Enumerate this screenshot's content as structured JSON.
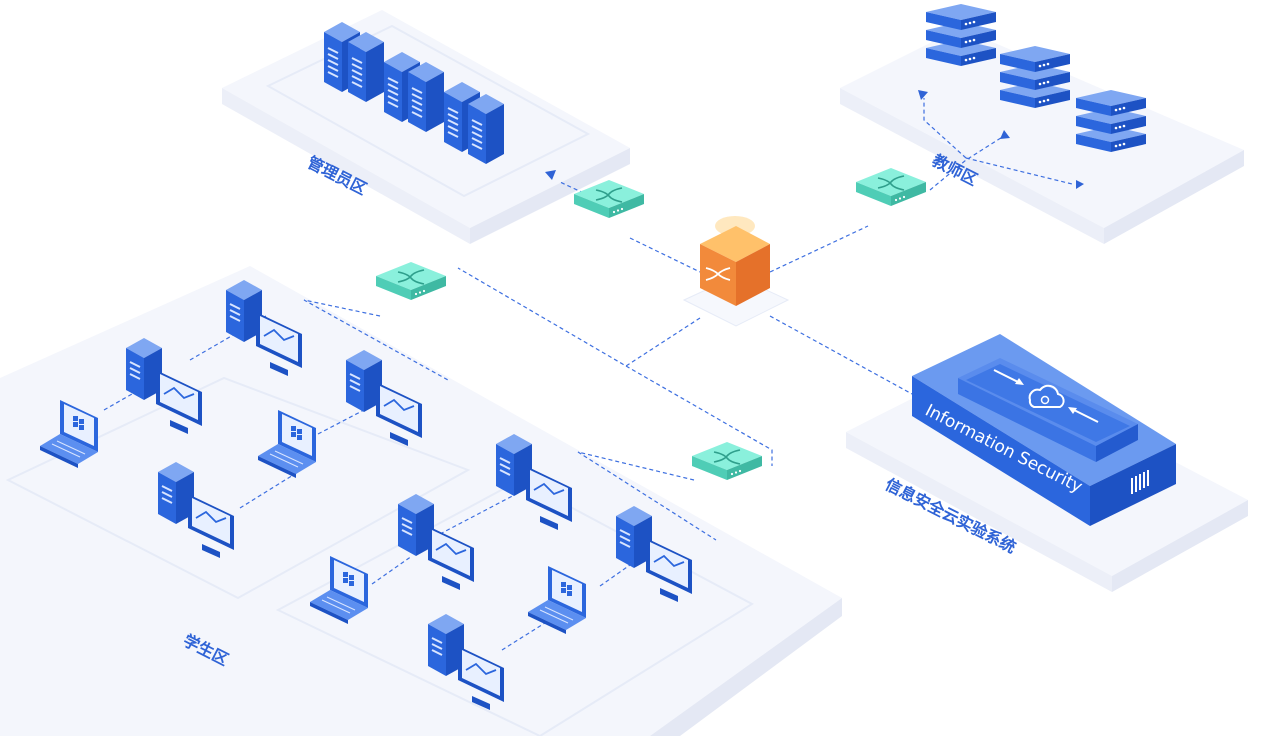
{
  "zones": {
    "admin": {
      "label": "管理员区"
    },
    "teacher": {
      "label": "教师区"
    },
    "student": {
      "label": "学生区"
    },
    "security": {
      "label": "信息安全云实验系统",
      "box_text": "Information Security"
    }
  },
  "icons": {
    "server": "server-tower-icon",
    "rack": "server-rack-icon",
    "switch": "network-switch-icon",
    "core": "core-router-icon",
    "desktop": "desktop-computer-icon",
    "laptop": "windows-laptop-icon",
    "cloud": "cloud-icon"
  },
  "colors": {
    "platform": "#f4f6fc",
    "server_blue": "#2e6fe6",
    "switch_teal": "#5fe0cc",
    "core_orange": "#f28a3b",
    "link_blue": "#3d6fe0"
  }
}
